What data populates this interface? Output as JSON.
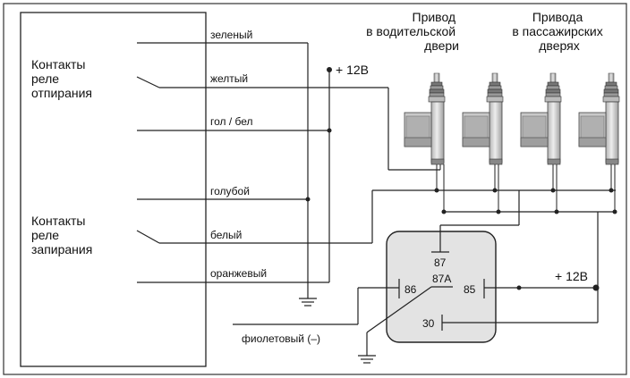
{
  "control_unit": {
    "unlock_relay_label": [
      "Контакты",
      "реле",
      "отпирания"
    ],
    "lock_relay_label": [
      "Контакты",
      "реле",
      "запирания"
    ]
  },
  "wires": {
    "green": "зеленый",
    "yellow": "желтый",
    "blue_white": "гол / бел",
    "light_blue": "голубой",
    "white": "белый",
    "orange": "оранжевый",
    "violet": "фиолетовый (–)"
  },
  "power": {
    "top": "+ 12В",
    "right": "+ 12В"
  },
  "actuators": {
    "driver_label": [
      "Привод",
      "в водительской",
      "двери"
    ],
    "passenger_label": [
      "Привода",
      "в пассажирских",
      "дверях"
    ]
  },
  "relay": {
    "pin_87": "87",
    "pin_86": "86",
    "pin_87a": "87A",
    "pin_85": "85",
    "pin_30": "30"
  }
}
